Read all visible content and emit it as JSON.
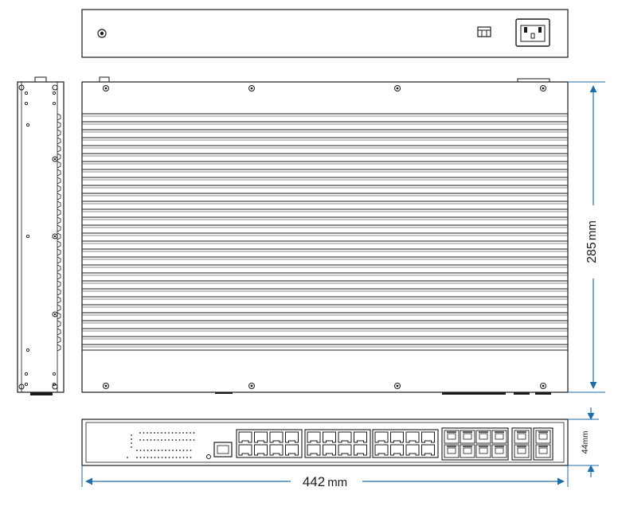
{
  "dimensions": {
    "depth": {
      "value": "285",
      "unit": "mm"
    },
    "width": {
      "value": "442",
      "unit": "mm"
    },
    "height": {
      "value": "44",
      "unit": "mm"
    }
  },
  "colors": {
    "line": "#1a1a1a",
    "dimension_accent": "#1e6ea8",
    "panel_fill": "#ffffff"
  },
  "front_panel": {
    "copper_port_groups": 3,
    "ports_per_group": 8,
    "sfp_cages": 8,
    "combo_sfp_ports": 4
  }
}
